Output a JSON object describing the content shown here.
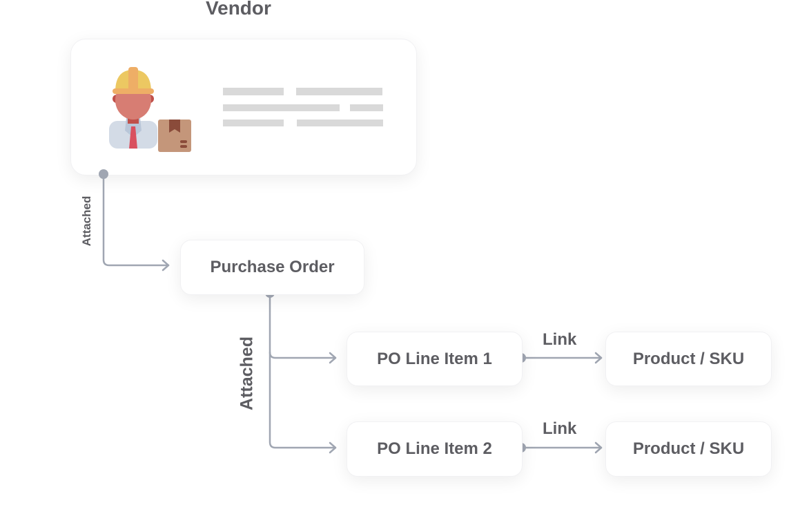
{
  "vendor": {
    "title": "Vendor",
    "icon": "vendor-worker-with-box-icon"
  },
  "nodes": {
    "purchase_order": "Purchase Order",
    "line_item_1": "PO Line Item 1",
    "line_item_2": "PO Line Item 2",
    "product_1": "Product / SKU",
    "product_2": "Product / SKU"
  },
  "edges": {
    "vendor_to_po": "Attached",
    "po_to_lines": "Attached",
    "link_1": "Link",
    "link_2": "Link"
  },
  "colors": {
    "connector": "#a0a6b2",
    "text": "#5d5d62",
    "placeholder": "#d9d9d9"
  }
}
